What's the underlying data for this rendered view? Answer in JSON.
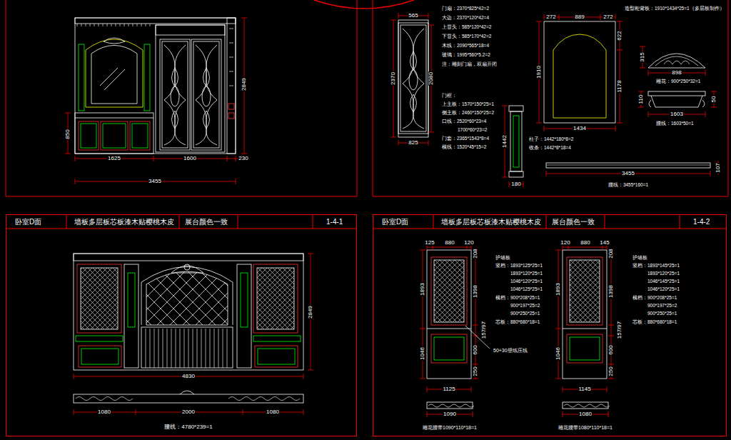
{
  "diagram": {
    "nodes": [
      {
        "text": [
          "卧室D面",
          "墙板多层板芯板漆木贴樱桃木皮",
          "展台颜色一致",
          "1-4-1"
        ]
      },
      {
        "text": [
          "卧室D面",
          "墙板多层板芯板漆木贴樱桃木皮",
          "展台颜色一致",
          "1-4-2"
        ]
      }
    ],
    "labels": [
      "850",
      "1625",
      "1600",
      "230",
      "2849",
      "3455",
      "565",
      "2370",
      "2080",
      "825",
      "门扇：2370*825*42=2",
      "大边：2370*120*42=4",
      "上冒头：585*120*42=2",
      "下冒头：585*170*42=2",
      "木线：2090*565*18=4",
      "玻璃：1995*560*5.2=2",
      "注：雕刻门扇，双扇开闭",
      "门框：",
      "上主板：1570*150*25=1",
      "侧主板：2460*150*25=2",
      "口线：2520*60*23=4",
      "1700*60*23=2",
      "门套：2365*1543*8=4",
      "横线：1520*45*15=2",
      "272",
      "889",
      "272",
      "622",
      "1910",
      "1178",
      "1434",
      "造型柜背板：1910*1434*25=1（多层板制作）",
      "315",
      "898",
      "雕花：900*250*32=1",
      "110",
      "1603",
      "50",
      "腰线：1603*50=1",
      "1442",
      "180",
      "柱子：1442*180*8=2",
      "收条：1442*8*18=4",
      "3455",
      "107",
      "腰线：3455*160=1",
      "2849",
      "4830",
      "1080",
      "2000",
      "1080",
      "腰线：4780*239=1",
      "125",
      "880",
      "120",
      "208",
      "1893",
      "1398",
      "157/97",
      "50+30壁纸压线",
      "1046",
      "600",
      "250",
      "1125",
      "1090",
      "雕花腰带1090*110*18=1",
      "护墙板",
      "竖档：1893*125*25=1",
      "1893*120*25=1",
      "1046*120*25=1",
      "1046*125*25=1",
      "横档：900*208*25=1",
      "900*197*25=2",
      "900*250*25=1",
      "芯板：880*680*18=1",
      "120",
      "880",
      "145",
      "208",
      "1893",
      "1398",
      "157/97",
      "1046",
      "600",
      "250",
      "1145",
      "1080",
      "雕花腰带1080*110*18=1",
      "护墙板",
      "竖档：1893*145*25=1",
      "1893*120*25=1",
      "1046*145*25=1",
      "1046*120*25=1",
      "横档：900*208*25=1",
      "900*197*25=2",
      "900*250*25=1",
      "芯板：880*680*18=1"
    ]
  }
}
